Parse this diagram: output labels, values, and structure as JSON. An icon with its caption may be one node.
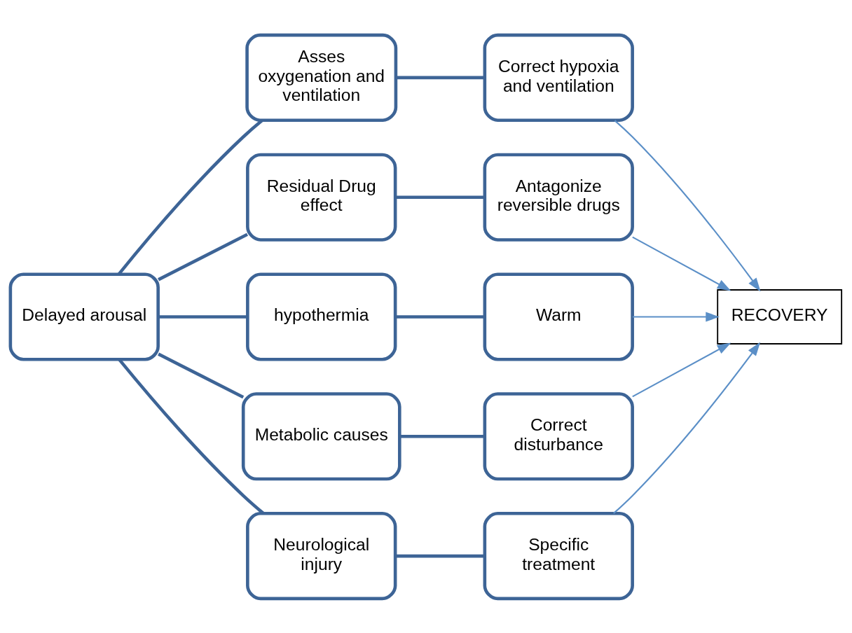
{
  "diagram": {
    "nodes": [
      {
        "text": [
          "Delayed arousal"
        ]
      },
      {
        "text": [
          "Asses oxygenation and ventilation"
        ]
      },
      {
        "text": [
          "Residual Drug effect"
        ]
      },
      {
        "text": [
          "hypothermia"
        ]
      },
      {
        "text": [
          "Metabolic causes"
        ]
      },
      {
        "text": [
          "Neurological injury"
        ]
      },
      {
        "text": [
          "Correct hypoxia and ventilation"
        ]
      },
      {
        "text": [
          "Antagonize reversible drugs"
        ]
      },
      {
        "text": [
          "Warm"
        ]
      },
      {
        "text": [
          "Correct disturbance"
        ]
      },
      {
        "text": [
          "Specific treatment"
        ]
      },
      {
        "text": [
          "RECOVERY"
        ]
      }
    ],
    "edges": [
      {
        "from": 0,
        "to": 1,
        "arrow": "none"
      },
      {
        "from": 0,
        "to": 2,
        "arrow": "none"
      },
      {
        "from": 0,
        "to": 3,
        "arrow": "none"
      },
      {
        "from": 0,
        "to": 4,
        "arrow": "none"
      },
      {
        "from": 0,
        "to": 5,
        "arrow": "none"
      },
      {
        "from": 1,
        "to": 6,
        "arrow": "none"
      },
      {
        "from": 2,
        "to": 7,
        "arrow": "none"
      },
      {
        "from": 3,
        "to": 8,
        "arrow": "none"
      },
      {
        "from": 4,
        "to": 9,
        "arrow": "none"
      },
      {
        "from": 5,
        "to": 10,
        "arrow": "none"
      },
      {
        "from": 6,
        "to": 11,
        "arrow": "to",
        "color": "#5b8fc7"
      },
      {
        "from": 7,
        "to": 11,
        "arrow": "to",
        "color": "#5b8fc7"
      },
      {
        "from": 8,
        "to": 11,
        "arrow": "to",
        "color": "#5b8fc7"
      },
      {
        "from": 9,
        "to": 11,
        "arrow": "to",
        "color": "#5b8fc7"
      },
      {
        "from": 10,
        "to": 11,
        "arrow": "to",
        "color": "#5b8fc7"
      }
    ]
  }
}
